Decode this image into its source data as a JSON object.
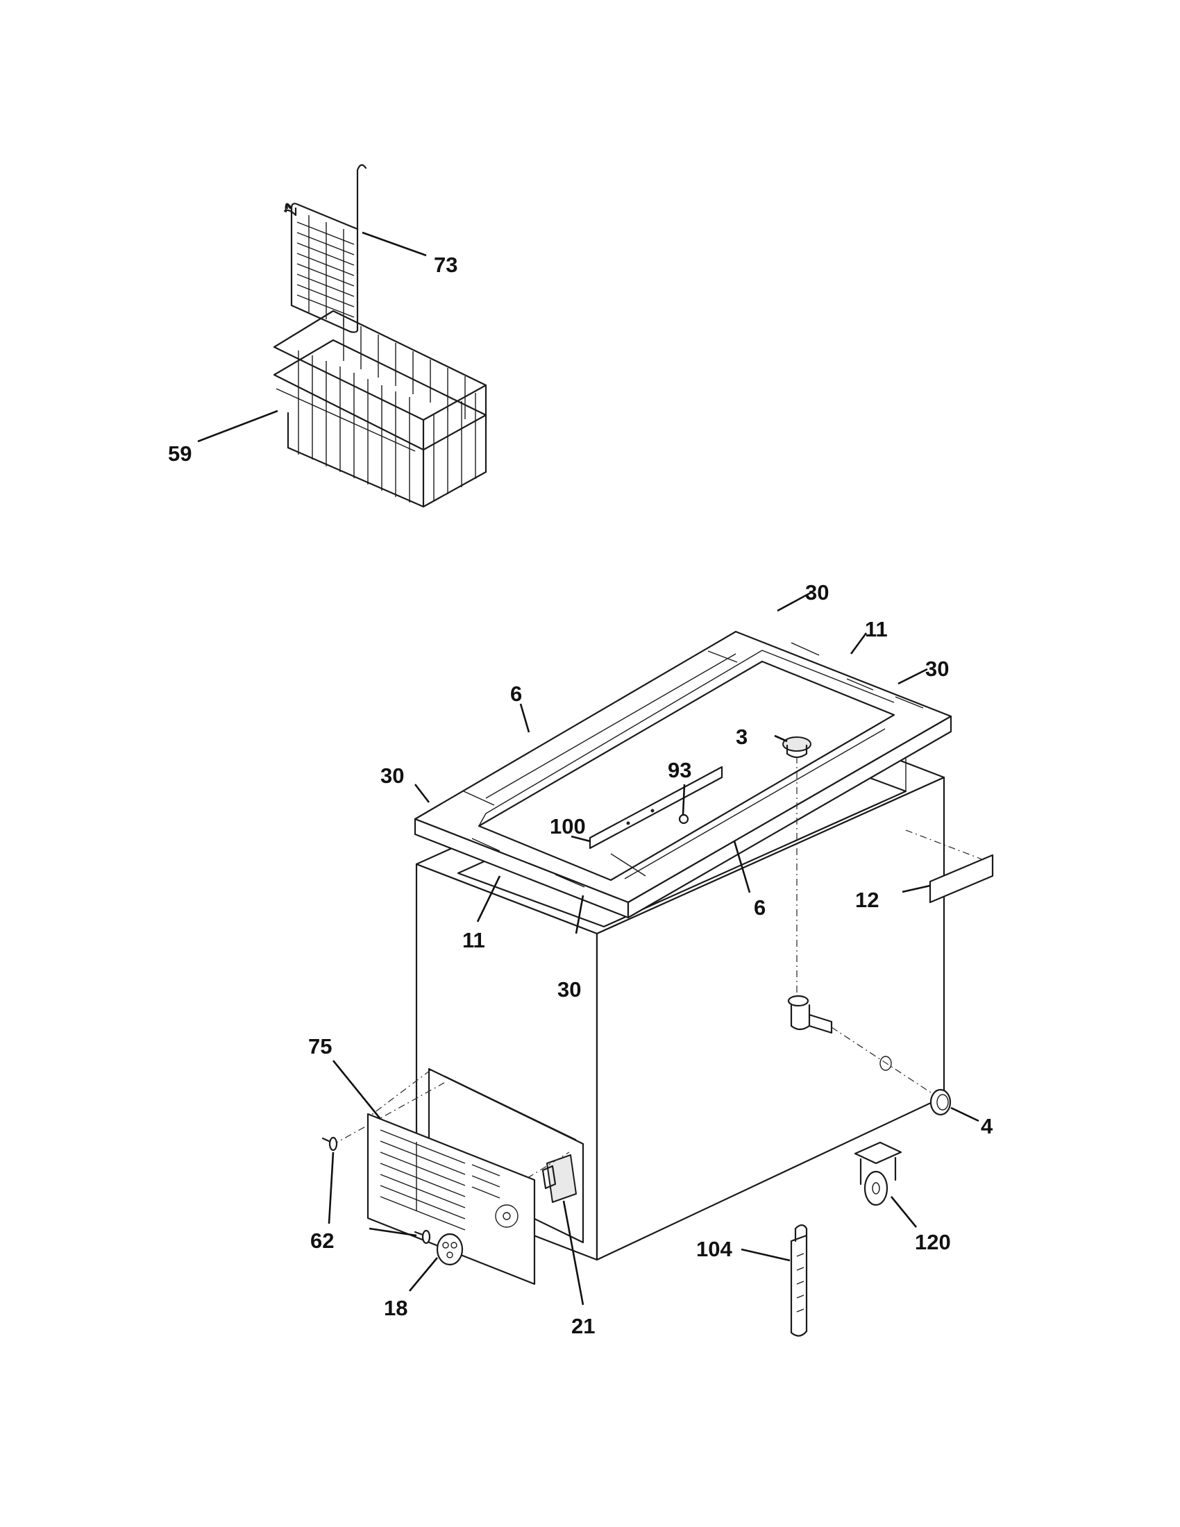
{
  "callouts": {
    "c73": "73",
    "c59": "59",
    "c30_top": "30",
    "c11_top": "11",
    "c30_right": "30",
    "c6_left": "6",
    "c3": "3",
    "c93": "93",
    "c30_left": "30",
    "c100": "100",
    "c11_front": "11",
    "c30_front": "30",
    "c6_front": "6",
    "c12": "12",
    "c75": "75",
    "c4": "4",
    "c120": "120",
    "c62": "62",
    "c18": "18",
    "c21": "21",
    "c104": "104"
  }
}
